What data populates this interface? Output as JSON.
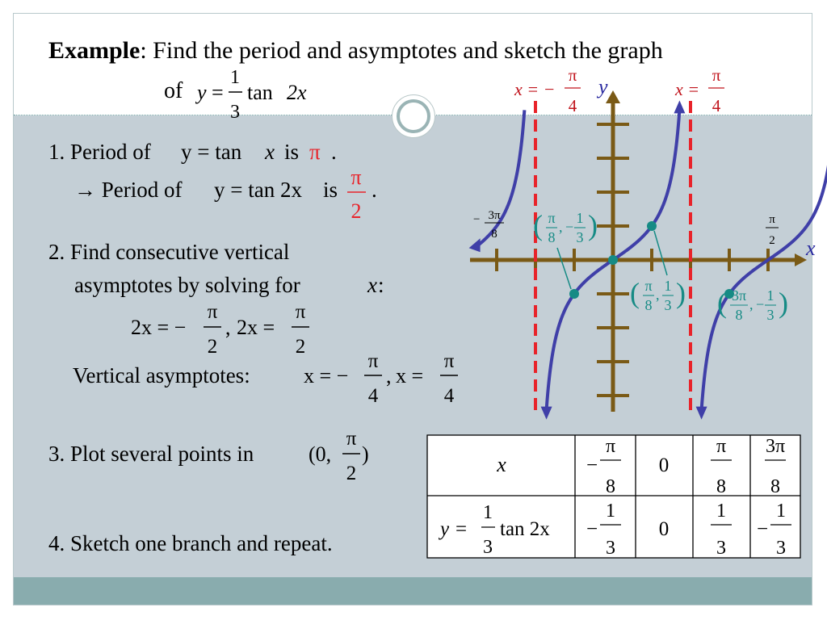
{
  "slide": {
    "title_bold": "Example",
    "title_rest": ": Find the period and asymptotes and sketch the graph",
    "title_of": "of",
    "fn": {
      "y": "y",
      "eq": "=",
      "num": "1",
      "den": "3",
      "tan": "tan",
      "arg": "2x"
    }
  },
  "steps": {
    "s1_prefix": "1. Period of",
    "s1_eq": "y = tan",
    "s1_var": "x",
    "s1_is": "is",
    "s1_value": "π",
    "s1_dot": ".",
    "s1b_prefix": "→ Period of",
    "s1b_eq": "y = tan 2x",
    "s1b_is": "is",
    "s1b_num": "π",
    "s1b_den": "2",
    "s1b_dot": ".",
    "s2_line1": "2. Find consecutive vertical",
    "s2_line2": "asymptotes by solving for",
    "s2_var": "x",
    "s2_colon": ":",
    "s2_eq1_lhs": "2x = −",
    "s2_eq_num": "π",
    "s2_eq_den": "2",
    "s2_comma": ",",
    "s2_eq2_lhs": "2x =",
    "va_label": "Vertical asymptotes:",
    "va_lhs1": "x = −",
    "va_lhs2": "x =",
    "va_num": "π",
    "va_den": "4",
    "s3_text": "3. Plot several points in",
    "s3_interval_open": "(0,",
    "s3_num": "π",
    "s3_den": "2",
    "s3_interval_close": ")",
    "s4_text": "4. Sketch one branch and repeat."
  },
  "table": {
    "row1_label": "x",
    "row2_label_y": "y =",
    "row2_label_num": "1",
    "row2_label_den": "3",
    "row2_label_rest": "tan 2x",
    "cols": [
      {
        "x_sign": "−",
        "x_num": "π",
        "x_den": "8",
        "y_sign": "−",
        "y_num": "1",
        "y_den": "3",
        "x_plain": "",
        "y_plain": ""
      },
      {
        "x_sign": "",
        "x_num": "",
        "x_den": "",
        "y_sign": "",
        "y_num": "",
        "y_den": "",
        "x_plain": "0",
        "y_plain": "0"
      },
      {
        "x_sign": "",
        "x_num": "π",
        "x_den": "8",
        "y_sign": "",
        "y_num": "1",
        "y_den": "3",
        "x_plain": "",
        "y_plain": ""
      },
      {
        "x_sign": "",
        "x_num": "3π",
        "x_den": "8",
        "y_sign": "−",
        "y_num": "1",
        "y_den": "3",
        "x_plain": "",
        "y_plain": ""
      }
    ]
  },
  "graph": {
    "axis_x": "x",
    "axis_y": "y",
    "asym_left_lhs": "x = −",
    "asym_right_lhs": "x =",
    "asym_num": "π",
    "asym_den": "4",
    "tick_left_sign": "−",
    "tick_left_num": "3π",
    "tick_left_den": "8",
    "tick_right_num": "π",
    "tick_right_den": "2",
    "pt1": {
      "x_sign": "",
      "x_num": "π",
      "x_den": "8",
      "sep": ",",
      "y_sign": "−",
      "y_num": "1",
      "y_den": "3"
    },
    "pt2": {
      "x_sign": "",
      "x_num": "π",
      "x_den": "8",
      "sep": ",",
      "y_sign": "",
      "y_num": "1",
      "y_den": "3"
    },
    "pt3": {
      "x_sign": "",
      "x_num": "3π",
      "x_den": "8",
      "sep": ",",
      "y_sign": "−",
      "y_num": "1",
      "y_den": "3"
    },
    "colors": {
      "asymptote": "#e8232a",
      "axis": "#7a5a16",
      "curve": "#3f3fa8",
      "point": "#168b85",
      "label": "#c0141c",
      "y_axis_label": "#2a2aa0"
    }
  }
}
